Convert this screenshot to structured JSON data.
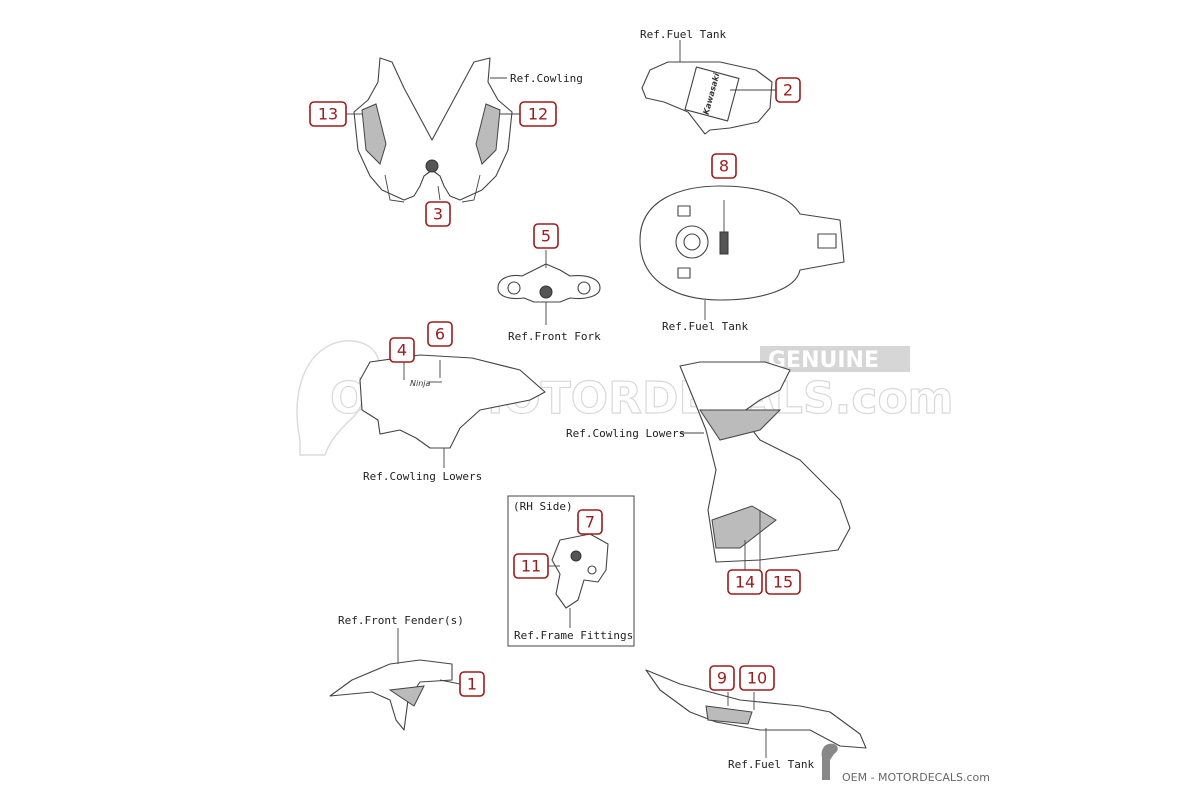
{
  "refs": {
    "fuel_tank_top": "Ref.Fuel Tank",
    "cowling": "Ref.Cowling",
    "fuel_tank_mid": "Ref.Fuel Tank",
    "front_fork": "Ref.Front Fork",
    "cowling_lowers_left": "Ref.Cowling Lowers",
    "cowling_lowers_right": "Ref.Cowling Lowers",
    "rh_side": "(RH Side)",
    "frame_fittings": "Ref.Frame Fittings",
    "front_fender": "Ref.Front Fender(s)",
    "fuel_tank_bottom": "Ref.Fuel Tank"
  },
  "callouts": {
    "c1": "1",
    "c2": "2",
    "c3": "3",
    "c4": "4",
    "c5": "5",
    "c6": "6",
    "c7": "7",
    "c8": "8",
    "c9": "9",
    "c10": "10",
    "c11": "11",
    "c12": "12",
    "c13": "13",
    "c14": "14",
    "c15": "15"
  },
  "decals": {
    "tank_brand": "Kawasaki",
    "cowl_model": "Ninja"
  },
  "watermark": {
    "main": "OEM-MOTORDECALS.com",
    "genuine": "GENUINE",
    "footer": "OEM - MOTORDECALS.com"
  },
  "colors": {
    "callout": "#9b1c1c",
    "line": "#444444",
    "watermark": "#d9d9d9"
  }
}
